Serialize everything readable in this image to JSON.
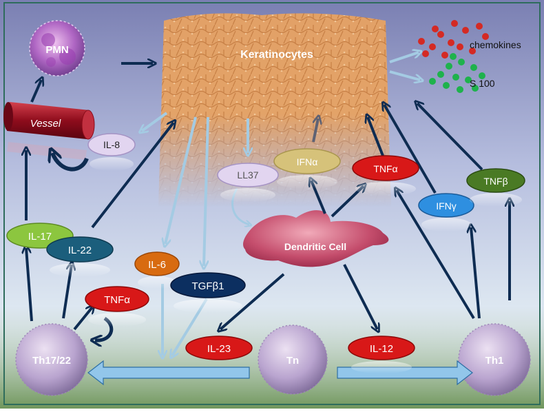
{
  "labels": {
    "keratinocytes": "Keratinocytes",
    "pmn": "PMN",
    "vessel": "Vessel",
    "chemokines": "chemokines",
    "s100": "S 100",
    "dendritic": "Dendritic Cell",
    "th17": "Th17/22",
    "tn": "Tn",
    "th1": "Th1"
  },
  "cytokines": {
    "il8": "IL-8",
    "ll37": "LL37",
    "ifna": "IFNα",
    "tnfa_top": "TNFα",
    "ifng": "IFNγ",
    "tnfb": "TNFβ",
    "il17": "IL-17",
    "il22": "IL-22",
    "il6": "IL-6",
    "tgfb1": "TGFβ1",
    "tnfa_bottom": "TNFα",
    "il23": "IL-23",
    "il12": "IL-12"
  },
  "colors": {
    "red": "#d81818",
    "dark_blue": "#0c2f60",
    "teal_blue": "#1b5e7c",
    "light_green": "#8cc63f",
    "olive_green": "#4a7a24",
    "orange": "#d86b10",
    "lavender": "#d8c8ec",
    "khaki": "#d6c27a",
    "sky_blue": "#2e8fe0",
    "arrow_dark": "#0e2c52",
    "arrow_light": "#a4cbe3"
  }
}
